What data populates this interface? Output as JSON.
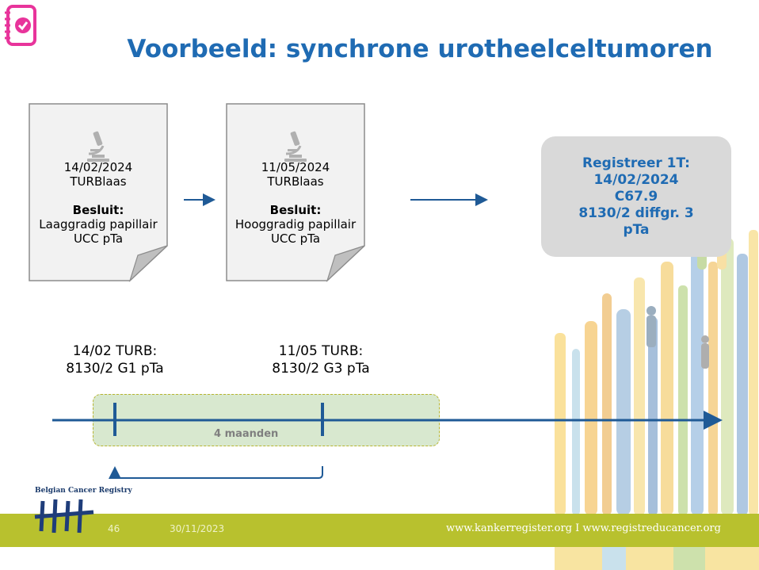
{
  "slide": {
    "title": "Voorbeeld: synchrone urotheelceltumoren"
  },
  "papers": [
    {
      "date": "14/02/2024",
      "procedure": "TURBlaas",
      "decision_label": "Besluit:",
      "decision_line1": "Laaggradig papillair",
      "decision_line2": "UCC pTa",
      "icon": "microscope-icon"
    },
    {
      "date": "11/05/2024",
      "procedure": "TURBlaas",
      "decision_label": "Besluit:",
      "decision_line1": "Hooggradig papillair",
      "decision_line2": "UCC pTa",
      "icon": "microscope-icon"
    }
  ],
  "register": {
    "line1": "Registreer 1T:",
    "line2": "14/02/2024",
    "line3": "C67.9",
    "line4": "8130/2 diffgr. 3",
    "line5": "pTa"
  },
  "timeline": {
    "event1_line1": "14/02 TURB:",
    "event1_line2": "8130/2 G1 pTa",
    "event2_line1": "11/05 TURB:",
    "event2_line2": "8130/2 G3 pTa",
    "period_label": "4 maanden"
  },
  "footer": {
    "logo_text": "Belgian Cancer Registry",
    "page_number": "46",
    "date": "30/11/2023",
    "urls": "www.kankerregister.org  I  www.registreducancer.org"
  },
  "colors": {
    "title_blue": "#1f6bb3",
    "arrow_blue": "#1f5a96",
    "footer_green": "#b8c12e",
    "register_box_gray": "#d9d9d9",
    "period_box_green": "#d8e8cf",
    "icon_pink": "#e8349b"
  }
}
